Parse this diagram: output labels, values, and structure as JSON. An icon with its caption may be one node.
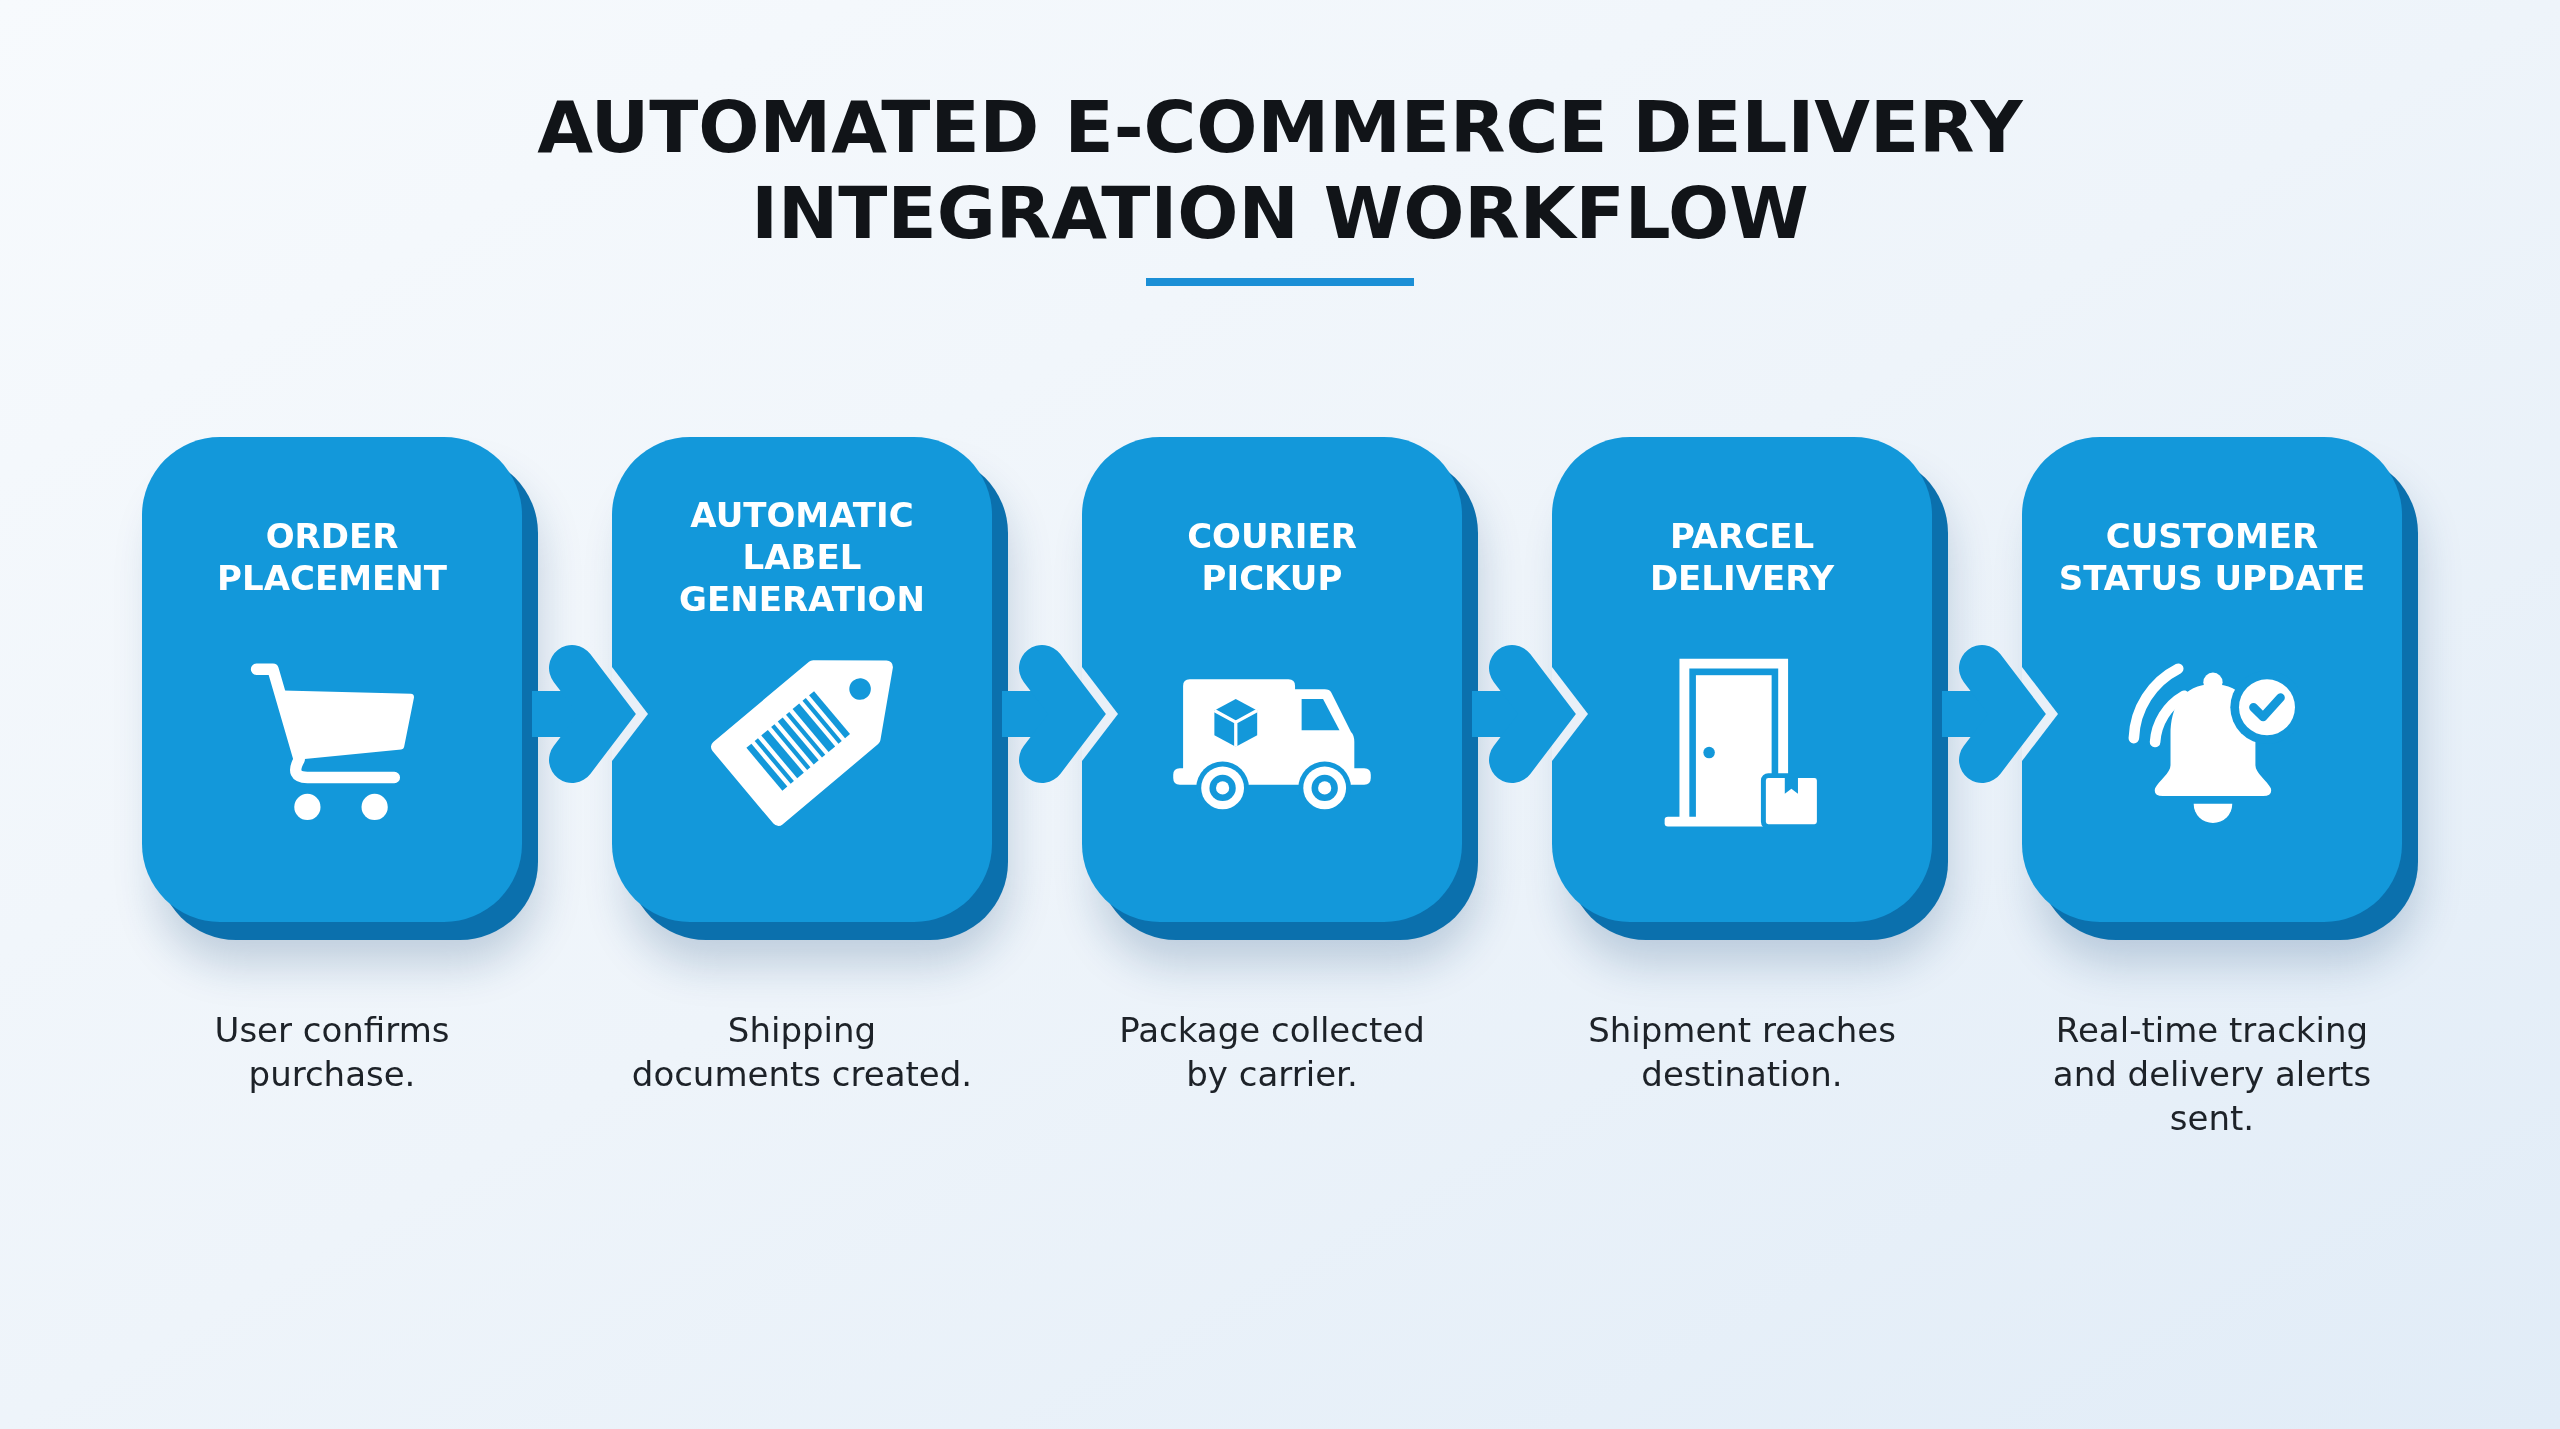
{
  "diagram": {
    "title": "AUTOMATED E-COMMERCE DELIVERY INTEGRATION WORKFLOW",
    "nodes": [
      {
        "text": [
          "ORDER PLACEMENT"
        ],
        "beside": [
          "User confirms purchase."
        ]
      },
      {
        "text": [
          "AUTOMATIC LABEL GENERATION"
        ],
        "beside": [
          "Shipping documents created."
        ]
      },
      {
        "text": [
          "COURIER PICKUP"
        ],
        "beside": [
          "Package collected by carrier."
        ]
      },
      {
        "text": [
          "PARCEL DELIVERY"
        ],
        "beside": [
          "Shipment reaches destination."
        ]
      },
      {
        "text": [
          "CUSTOMER STATUS UPDATE"
        ],
        "beside": [
          "Real-time tracking and delivery alerts sent."
        ]
      }
    ],
    "edges": [
      {
        "from": 0,
        "to": 1,
        "arrow": "to"
      },
      {
        "from": 1,
        "to": 2,
        "arrow": "to"
      },
      {
        "from": 2,
        "to": 3,
        "arrow": "to"
      },
      {
        "from": 3,
        "to": 4,
        "arrow": "to"
      }
    ]
  }
}
